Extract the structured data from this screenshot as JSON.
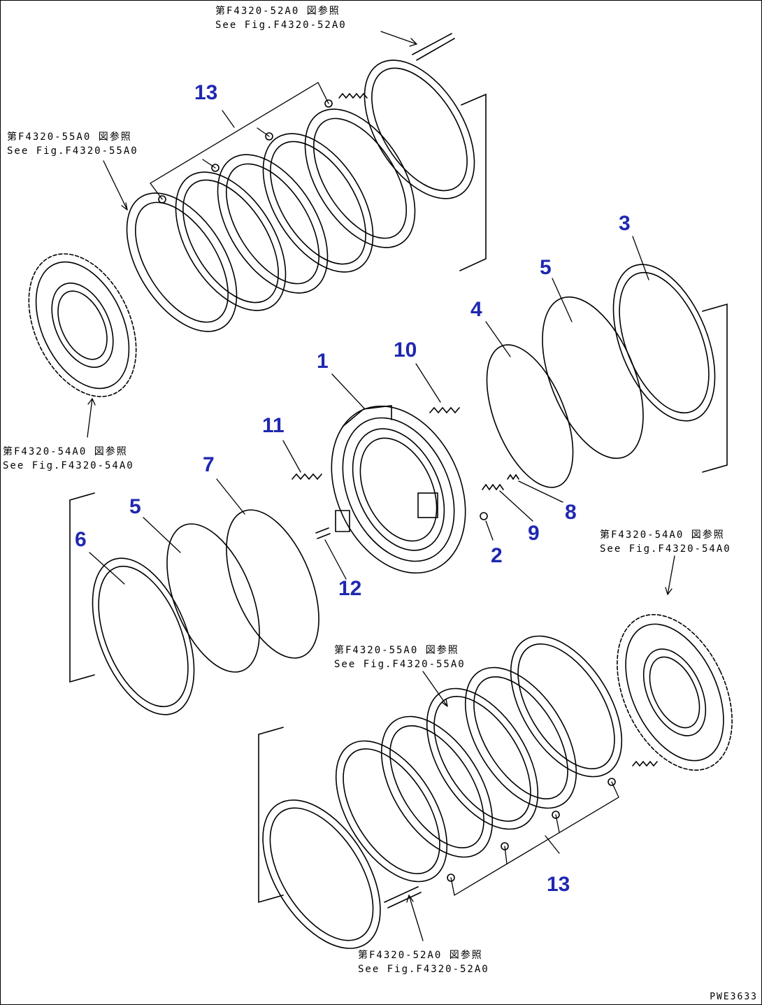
{
  "callouts": {
    "c1": "1",
    "c2": "2",
    "c3": "3",
    "c4": "4",
    "c5a": "5",
    "c5b": "5",
    "c6": "6",
    "c7": "7",
    "c8": "8",
    "c9": "9",
    "c10": "10",
    "c11": "11",
    "c12": "12",
    "c13a": "13",
    "c13b": "13"
  },
  "references": {
    "ref_top": {
      "jp": "第F4320-52A0 図参照",
      "en": "See Fig.F4320-52A0"
    },
    "ref_upleft": {
      "jp": "第F4320-55A0 図参照",
      "en": "See Fig.F4320-55A0"
    },
    "ref_left": {
      "jp": "第F4320-54A0 図参照",
      "en": "See Fig.F4320-54A0"
    },
    "ref_right": {
      "jp": "第F4320-54A0 図参照",
      "en": "See Fig.F4320-54A0"
    },
    "ref_mid": {
      "jp": "第F4320-55A0 図参照",
      "en": "See Fig.F4320-55A0"
    },
    "ref_bottom": {
      "jp": "第F4320-52A0 図参照",
      "en": "See Fig.F4320-52A0"
    }
  },
  "drawing_code": "PWE3633",
  "colors": {
    "callout": "#1f28b0",
    "line": "#000000"
  }
}
